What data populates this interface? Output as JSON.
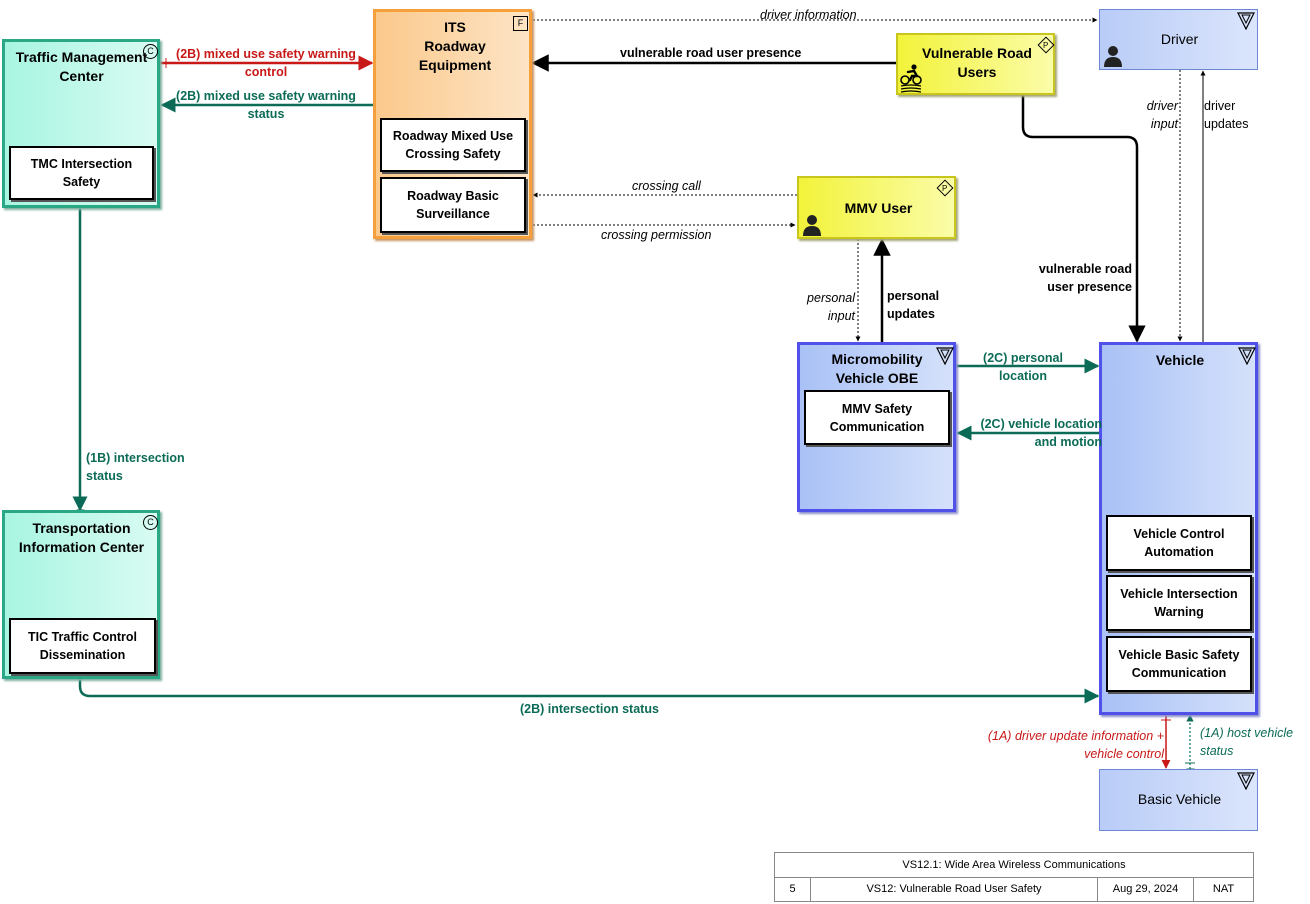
{
  "nodes": {
    "tmc": {
      "title": "Traffic Management Center",
      "badge": "C",
      "objects": [
        "TMC Intersection Safety"
      ]
    },
    "its": {
      "title": "ITS Roadway Equipment",
      "badge": "F",
      "objects": [
        "Roadway Mixed Use Crossing Safety",
        "Roadway Basic Surveillance"
      ]
    },
    "vru": {
      "title": "Vulnerable Road Users",
      "badge": "P"
    },
    "driver": {
      "title": "Driver"
    },
    "mmv_user": {
      "title": "MMV User",
      "badge": "P"
    },
    "mmv_obe": {
      "title": "Micromobility Vehicle OBE",
      "objects": [
        "MMV Safety Communication"
      ]
    },
    "vehicle": {
      "title": "Vehicle",
      "objects": [
        "Vehicle Control Automation",
        "Vehicle Intersection Warning",
        "Vehicle Basic Safety Communication"
      ]
    },
    "tic": {
      "title": "Transportation Information Center",
      "badge": "C",
      "objects": [
        "TIC Traffic Control Dissemination"
      ]
    },
    "basic_vehicle": {
      "title": "Basic Vehicle"
    }
  },
  "flows": {
    "tmc_its_control": "(2B) mixed use safety warning control",
    "its_tmc_status": "(2B) mixed use safety warning status",
    "driver_information": "driver information",
    "vru_presence_its": "vulnerable road user presence",
    "crossing_call": "crossing call",
    "crossing_permission": "crossing permission",
    "driver_input": "driver input",
    "driver_updates": "driver updates",
    "vru_presence_vehicle": "vulnerable road user presence",
    "personal_input": "personal input",
    "personal_updates": "personal updates",
    "personal_location": "(2C) personal location",
    "vehicle_location": "(2C) vehicle location and motion",
    "intersection_status_1b": "(1B) intersection status",
    "intersection_status_2b": "(2B) intersection status",
    "driver_update_control": "(1A) driver update information + vehicle control",
    "host_vehicle_status": "(1A) host vehicle status"
  },
  "footer": {
    "title": "VS12.1: Wide Area Wireless Communications",
    "page": "5",
    "name": "VS12: Vulnerable Road User Safety",
    "date": "Aug 29, 2024",
    "org": "NAT"
  },
  "colors": {
    "red_flow": "#c81818",
    "green_flow": "#0c6b57",
    "black_flow": "#000000"
  }
}
